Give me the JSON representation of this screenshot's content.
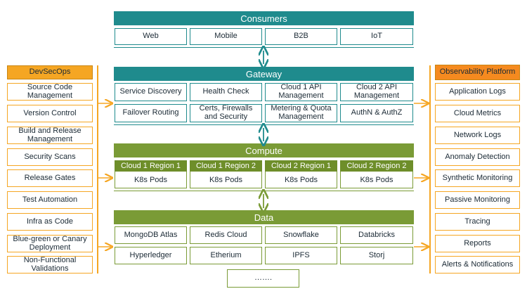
{
  "consumers": {
    "title": "Consumers",
    "items": [
      "Web",
      "Mobile",
      "B2B",
      "IoT"
    ]
  },
  "gateway": {
    "title": "Gateway",
    "items": [
      "Service Discovery",
      "Health Check",
      "Cloud 1 API Management",
      "Cloud 2 API Management",
      "Failover Routing",
      "Certs, Firewalls and Security",
      "Metering & Quota Management",
      "AuthN & AuthZ"
    ]
  },
  "compute": {
    "title": "Compute",
    "regions": [
      {
        "name": "Cloud 1 Region 1",
        "body": "K8s Pods"
      },
      {
        "name": "Cloud 1 Region 2",
        "body": "K8s Pods"
      },
      {
        "name": "Cloud 2 Region 1",
        "body": "K8s Pods"
      },
      {
        "name": "Cloud 2 Region 2",
        "body": "K8s Pods"
      }
    ]
  },
  "data_layer": {
    "title": "Data",
    "items": [
      "MongoDB Atlas",
      "Redis Cloud",
      "Snowflake",
      "Databricks",
      "Hyperledger",
      "Etherium",
      "IPFS",
      "Storj"
    ],
    "more": "……."
  },
  "devsecops": {
    "title": "DevSecOps",
    "items": [
      "Source Code Management",
      "Version Control",
      "Build and Release Management",
      "Security Scans",
      "Release Gates",
      "Test Automation",
      "Infra as Code",
      "Blue-green or Canary Deployment",
      "Non-Functional Validations"
    ]
  },
  "observability": {
    "title": "Observability Platform",
    "items": [
      "Application Logs",
      "Cloud Metrics",
      "Network Logs",
      "Anomaly Detection",
      "Synthetic Monitoring",
      "Passive Monitoring",
      "Tracing",
      "Reports",
      "Alerts & Notifications"
    ]
  },
  "colors": {
    "teal": "#1f8b8d",
    "green": "#7a9b36",
    "orange": "#f5a623"
  }
}
